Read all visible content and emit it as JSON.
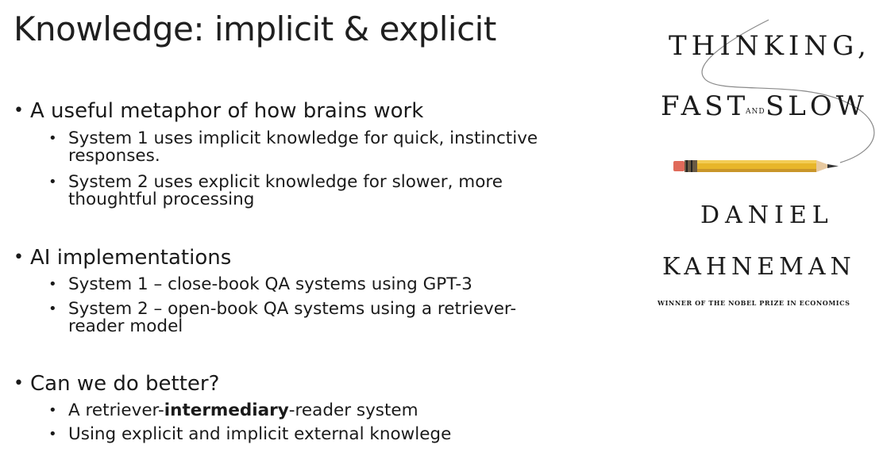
{
  "title": "Knowledge: implicit & explicit",
  "sections": [
    {
      "heading": "A useful metaphor of how brains work",
      "items": [
        {
          "line1": "System 1 uses implicit knowledge for quick, instinctive",
          "line2": "responses."
        },
        {
          "line1": "System 2 uses explicit knowledge for slower, more",
          "line2": "thoughtful processing"
        }
      ]
    },
    {
      "heading": "AI implementations",
      "items": [
        {
          "line1": "System 1 – close-book QA systems using GPT-3"
        },
        {
          "line1": "System 2 – open-book QA systems using a retriever-",
          "line2": "reader model"
        }
      ]
    },
    {
      "heading": "Can we do better?",
      "items": [
        {
          "pre": "A retriever-",
          "bold": "intermediary",
          "post": "-reader system"
        },
        {
          "line1": "Using explicit and implicit external knowlege"
        }
      ]
    }
  ],
  "book": {
    "title_line1": "THINKING,",
    "title_fast": "FAST",
    "title_and": "AND",
    "title_slow": "SLOW",
    "author_first": "DANIEL",
    "author_last": "KAHNEMAN",
    "tagline": "WINNER OF THE NOBEL PRIZE IN ECONOMICS"
  },
  "colors": {
    "text": "#1a1a1a",
    "pencil_body": "#e8b62a",
    "pencil_eraser": "#e06a5a"
  }
}
